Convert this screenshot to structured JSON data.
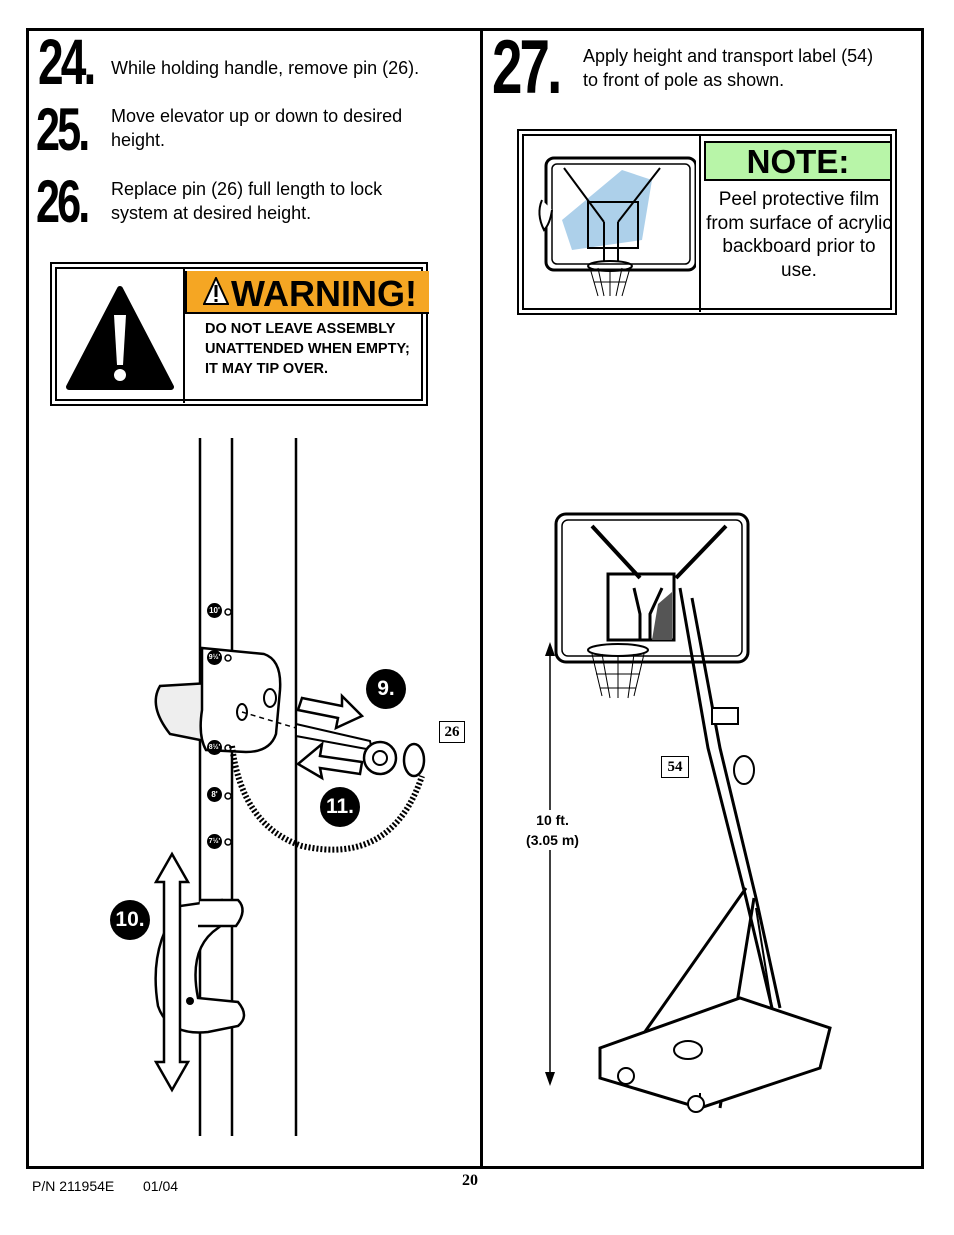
{
  "steps": [
    {
      "number": "24.",
      "text": "While holding handle, remove pin (26)."
    },
    {
      "number": "25.",
      "text_line1": "Move elevator up or down to desired",
      "text_line2": "height."
    },
    {
      "number": "26.",
      "text_line1": "Replace pin (26) full length to lock",
      "text_line2": "system at desired height."
    },
    {
      "number": "27.",
      "text_line1": "Apply height and transport label (54)",
      "text_line2": "to front of pole as shown."
    }
  ],
  "warning": {
    "title": "WARNING!",
    "text": "DO NOT LEAVE ASSEMBLY UNATTENDED WHEN EMPTY; IT MAY TIP OVER."
  },
  "note": {
    "title": "NOTE:",
    "text": "Peel protective film from surface of acrylic backboard prior to use."
  },
  "figure_left": {
    "callouts": [
      "9.",
      "10.",
      "11."
    ],
    "part_label": "26",
    "height_marks": [
      "10'",
      "9½'",
      "8½'",
      "8'",
      "7½'"
    ]
  },
  "figure_right": {
    "part_label": "54",
    "dimension_line1": "10 ft.",
    "dimension_line2": "(3.05 m)"
  },
  "footer": {
    "part_number": "P/N 211954E",
    "date": "01/04",
    "page_number": "20"
  }
}
